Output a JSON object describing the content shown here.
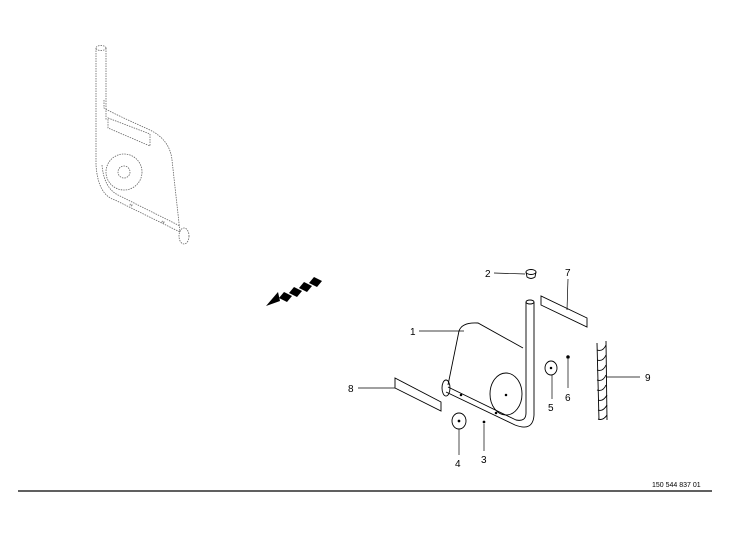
{
  "diagram": {
    "callouts": [
      {
        "number": "1",
        "part": "guard-plate"
      },
      {
        "number": "2",
        "part": "cap"
      },
      {
        "number": "3",
        "part": "pin"
      },
      {
        "number": "4",
        "part": "disc"
      },
      {
        "number": "5",
        "part": "disc"
      },
      {
        "number": "6",
        "part": "screw"
      },
      {
        "number": "7",
        "part": "label-strip"
      },
      {
        "number": "8",
        "part": "label-strip"
      },
      {
        "number": "9",
        "part": "spiral-sleeve"
      }
    ],
    "document_number": "150 544 837 01"
  }
}
